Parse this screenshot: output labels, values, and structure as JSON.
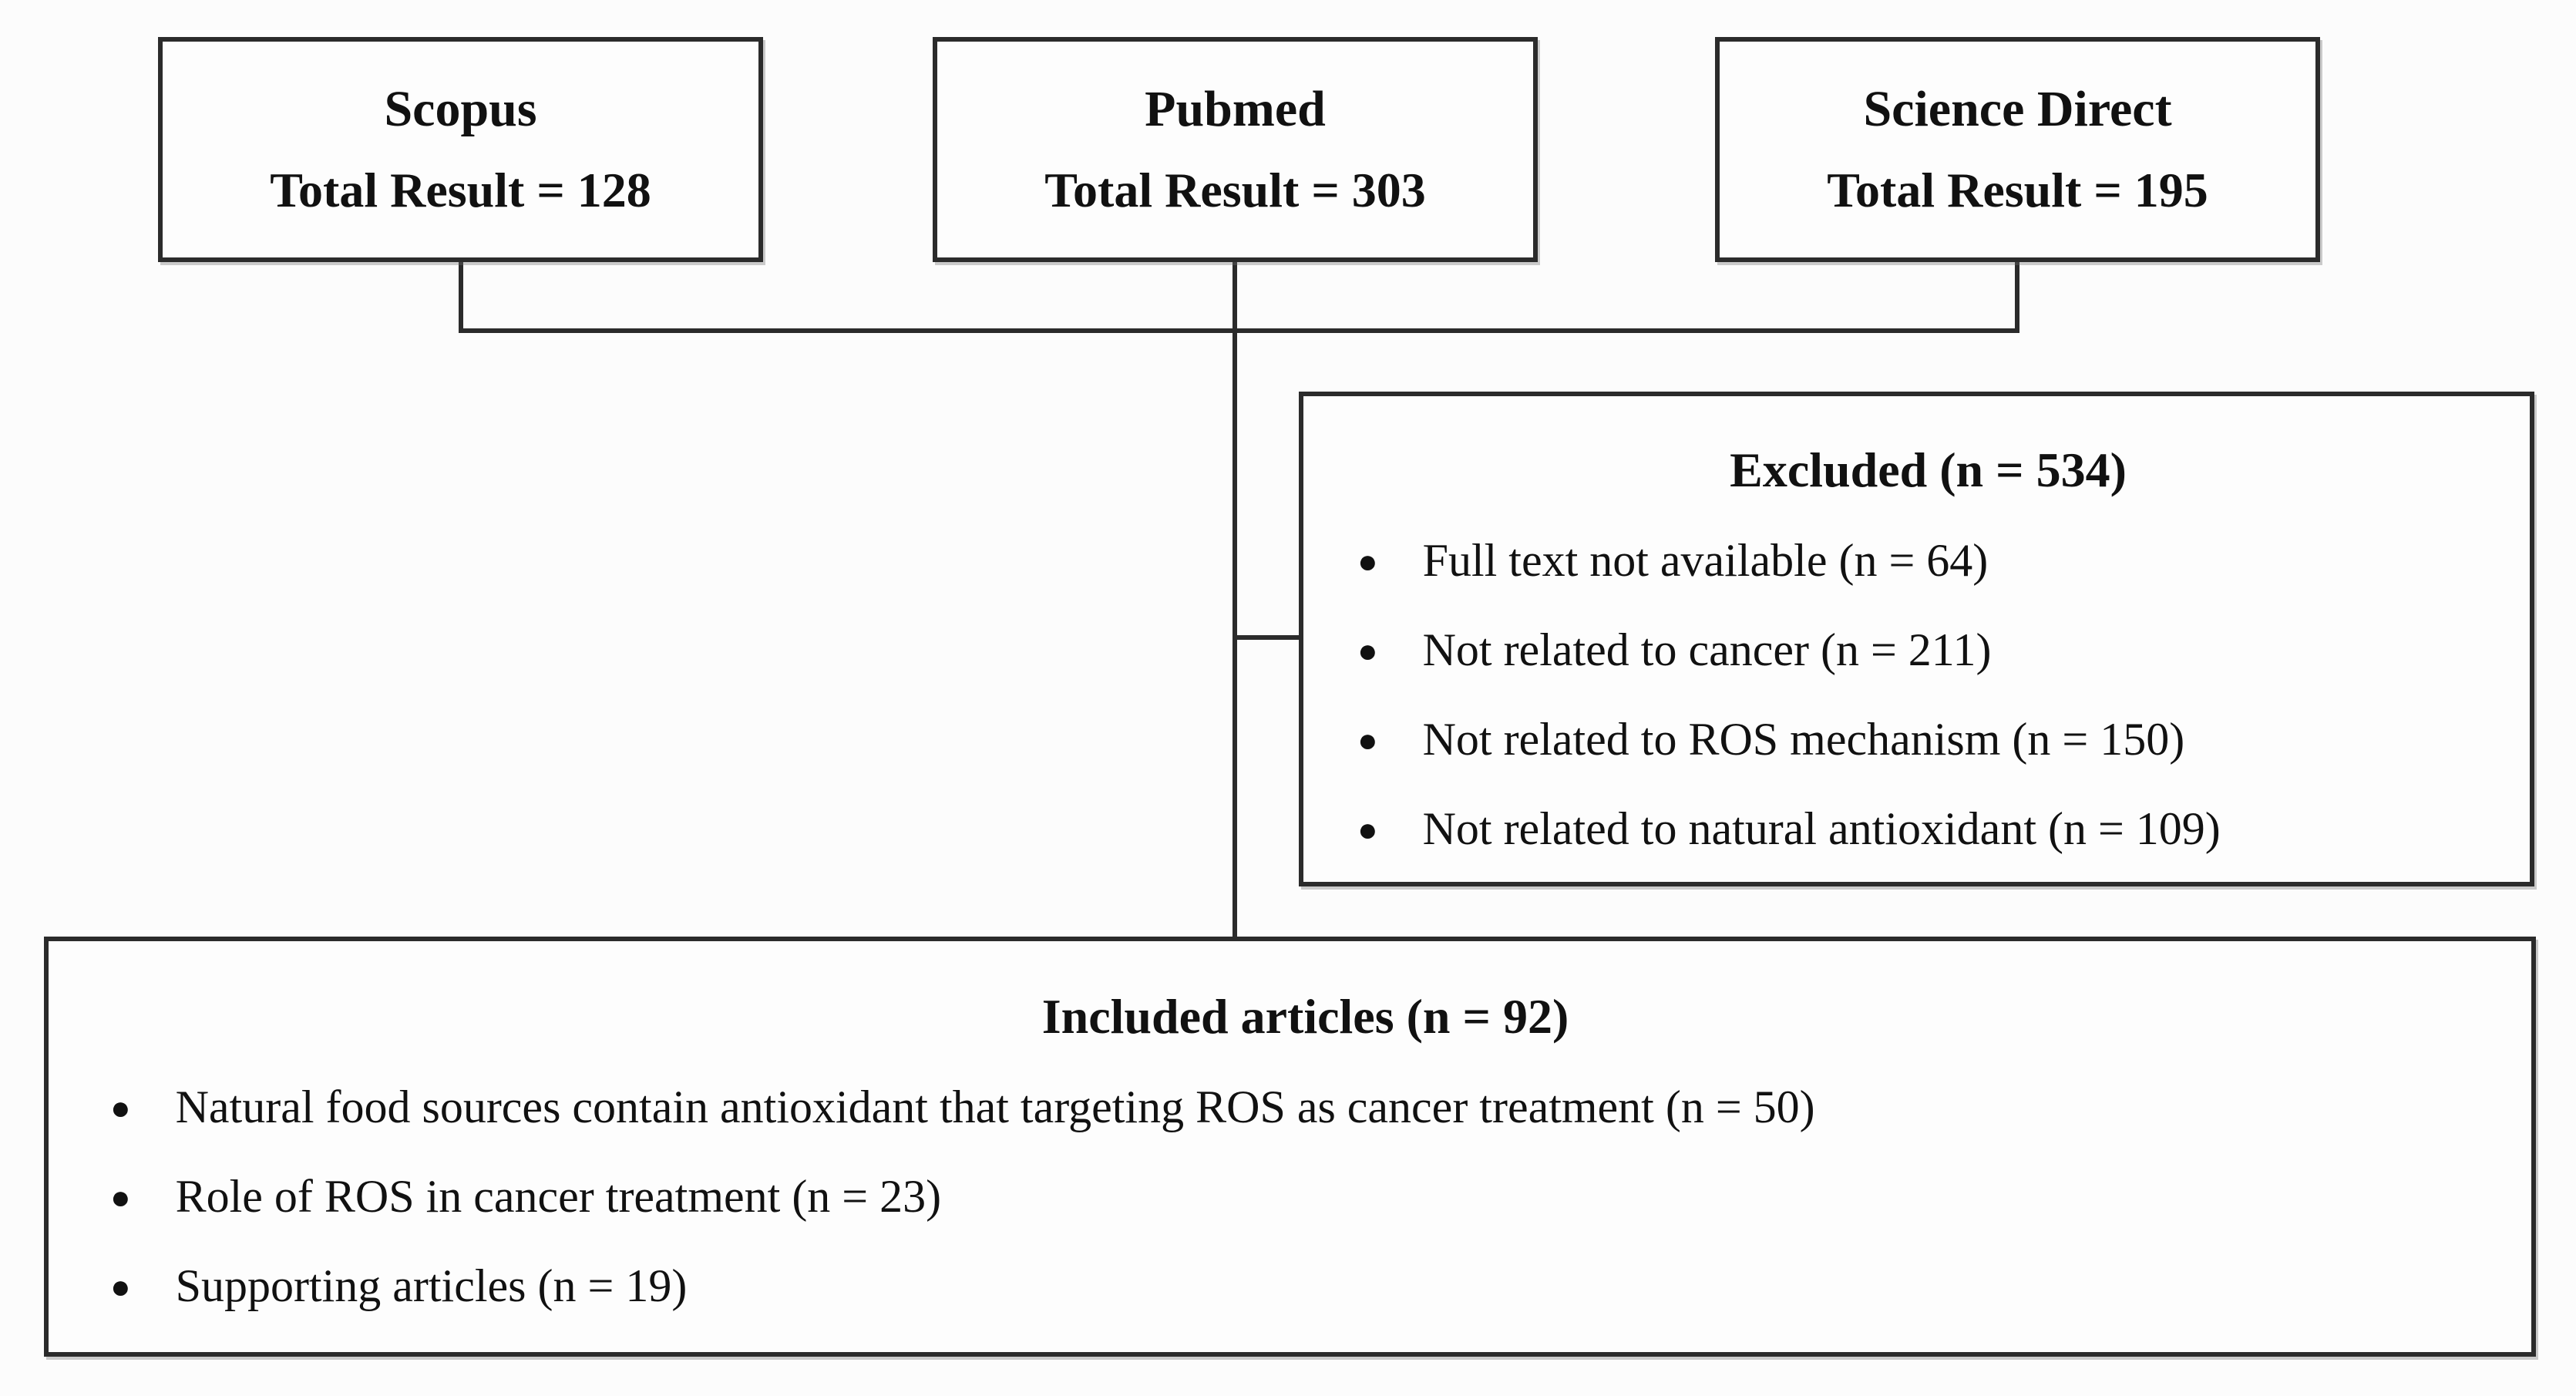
{
  "sources": [
    {
      "name": "Scopus",
      "total": "Total Result = 128"
    },
    {
      "name": "Pubmed",
      "total": "Total Result = 303"
    },
    {
      "name": "Science Direct",
      "total": "Total Result = 195"
    }
  ],
  "excluded": {
    "title": "Excluded (n = 534)",
    "bullet": "●",
    "items": [
      "Full text not available (n = 64)",
      "Not related to cancer (n = 211)",
      "Not related to ROS mechanism (n = 150)",
      "Not related to natural antioxidant (n = 109)"
    ]
  },
  "included": {
    "title": "Included articles (n = 92)",
    "bullet": "●",
    "items": [
      "Natural food sources contain antioxidant that targeting ROS as cancer treatment (n = 50)",
      "Role of ROS in cancer treatment (n = 23)",
      "Supporting articles (n = 19)"
    ]
  },
  "colors": {
    "line": "#2b2b2b",
    "text": "#111111",
    "background": "#fcfcfc"
  }
}
